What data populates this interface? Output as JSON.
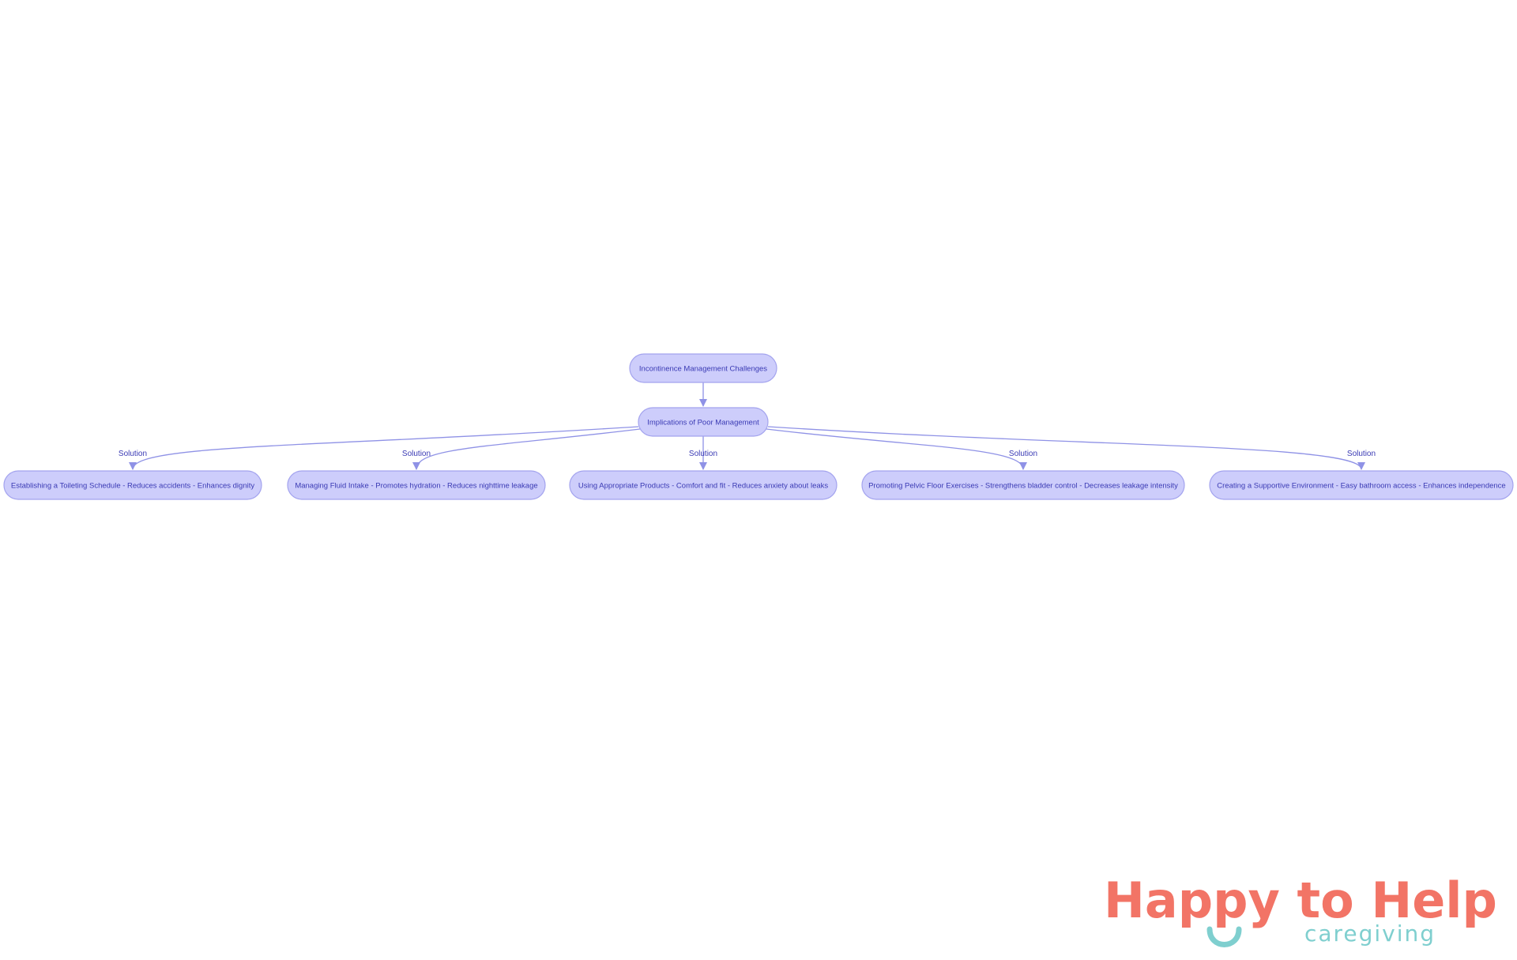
{
  "diagram": {
    "root": {
      "label": "Incontinence Management Challenges"
    },
    "middle": {
      "label": "Implications of Poor Management"
    },
    "edge_label": "Solution",
    "solutions": [
      {
        "label": "Establishing a Toileting Schedule - Reduces accidents - Enhances dignity"
      },
      {
        "label": "Managing Fluid Intake - Promotes hydration - Reduces nighttime leakage"
      },
      {
        "label": "Using Appropriate Products - Comfort and fit - Reduces anxiety about leaks"
      },
      {
        "label": "Promoting Pelvic Floor Exercises - Strengthens bladder control - Decreases leakage intensity"
      },
      {
        "label": "Creating a Supportive Environment - Easy bathroom access - Enhances independence"
      }
    ]
  },
  "logo": {
    "line1": "Happy to Help",
    "line2": "caregiving",
    "colors": {
      "coral": "#f27466",
      "teal": "#7fcfcf"
    }
  },
  "colors": {
    "node_fill": "#cdcdfb",
    "node_stroke": "#a3a3ee",
    "edge": "#8f92e6",
    "text": "#3a3ab4"
  }
}
